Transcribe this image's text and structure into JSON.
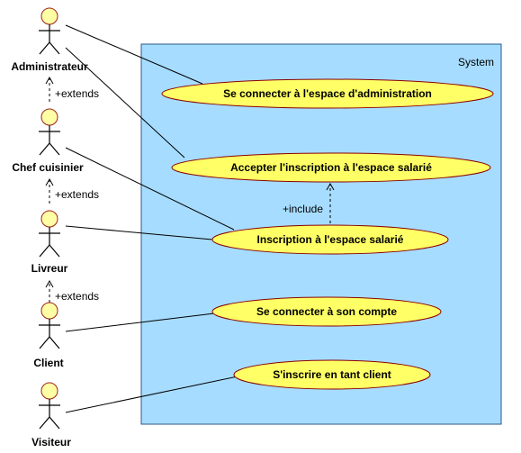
{
  "system": {
    "title": "System"
  },
  "actors": [
    {
      "id": "admin",
      "label": "Administrateur"
    },
    {
      "id": "chef",
      "label": "Chef cuisinier"
    },
    {
      "id": "livreur",
      "label": "Livreur"
    },
    {
      "id": "client",
      "label": "Client"
    },
    {
      "id": "visiteur",
      "label": "Visiteur"
    }
  ],
  "use_cases": [
    {
      "id": "uc1",
      "label": "Se connecter à l'espace d'administration"
    },
    {
      "id": "uc2",
      "label": "Accepter l'inscription à l'espace salarié"
    },
    {
      "id": "uc3",
      "label": "Inscription à l'espace salarié"
    },
    {
      "id": "uc4",
      "label": "Se connecter à son compte"
    },
    {
      "id": "uc5",
      "label": "S'inscrire en tant client"
    }
  ],
  "relations": [
    {
      "type": "extends",
      "from": "chef",
      "to": "admin",
      "label": "+extends"
    },
    {
      "type": "extends",
      "from": "livreur",
      "to": "chef",
      "label": "+extends"
    },
    {
      "type": "extends",
      "from": "client",
      "to": "livreur",
      "label": "+extends"
    },
    {
      "type": "include",
      "from": "uc3",
      "to": "uc2",
      "label": "+include"
    },
    {
      "type": "association",
      "from": "admin",
      "to": "uc1"
    },
    {
      "type": "association",
      "from": "admin",
      "to": "uc2"
    },
    {
      "type": "association",
      "from": "chef",
      "to": "uc3"
    },
    {
      "type": "association",
      "from": "livreur",
      "to": "uc3"
    },
    {
      "type": "association",
      "from": "client",
      "to": "uc4"
    },
    {
      "type": "association",
      "from": "visiteur",
      "to": "uc5"
    }
  ],
  "colors": {
    "system_fill": "#a6dcff",
    "system_stroke": "#2a5a8a",
    "use_case_fill": "#ffff66",
    "use_case_stroke": "#8b0000",
    "actor_head_fill": "#ffffa5"
  }
}
